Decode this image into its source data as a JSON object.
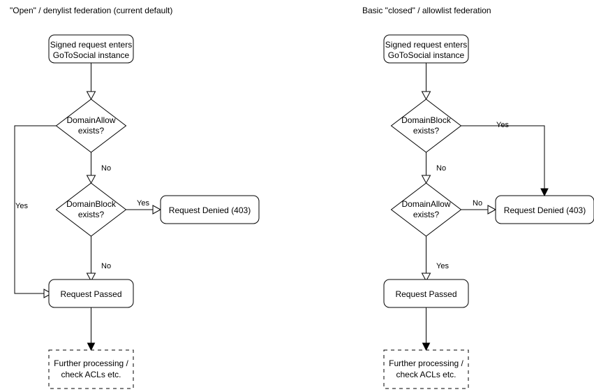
{
  "diagram": {
    "title_left": "\"Open\" / denylist federation (current default)",
    "title_right": "Basic \"closed\" / allowlist federation",
    "columns": [
      {
        "key": "open_denylist",
        "title": "\"Open\" / denylist federation (current default)",
        "nodes": {
          "start_line1": "Signed request enters",
          "start_line2": "GoToSocial instance",
          "decision1_line1": "DomainAllow",
          "decision1_line2": "exists?",
          "decision2_line1": "DomainBlock",
          "decision2_line2": "exists?",
          "denied": "Request Denied (403)",
          "passed": "Request Passed",
          "further_line1": "Further processing /",
          "further_line2": "check ACLs etc."
        },
        "edge_labels": {
          "allow_yes": "Yes",
          "allow_no": "No",
          "block_yes": "Yes",
          "block_no": "No"
        }
      },
      {
        "key": "closed_allowlist",
        "title": "Basic \"closed\" / allowlist federation",
        "nodes": {
          "start_line1": "Signed request enters",
          "start_line2": "GoToSocial instance",
          "decision1_line1": "DomainBlock",
          "decision1_line2": "exists?",
          "decision2_line1": "DomainAllow",
          "decision2_line2": "exists?",
          "denied": "Request Denied (403)",
          "passed": "Request Passed",
          "further_line1": "Further processing /",
          "further_line2": "check ACLs etc."
        },
        "edge_labels": {
          "block_yes": "Yes",
          "block_no": "No",
          "allow_no": "No",
          "allow_yes": "Yes"
        }
      }
    ],
    "colors": {
      "stroke": "#000000",
      "fill": "#ffffff",
      "text": "#000000",
      "background": "#ffffff"
    }
  }
}
